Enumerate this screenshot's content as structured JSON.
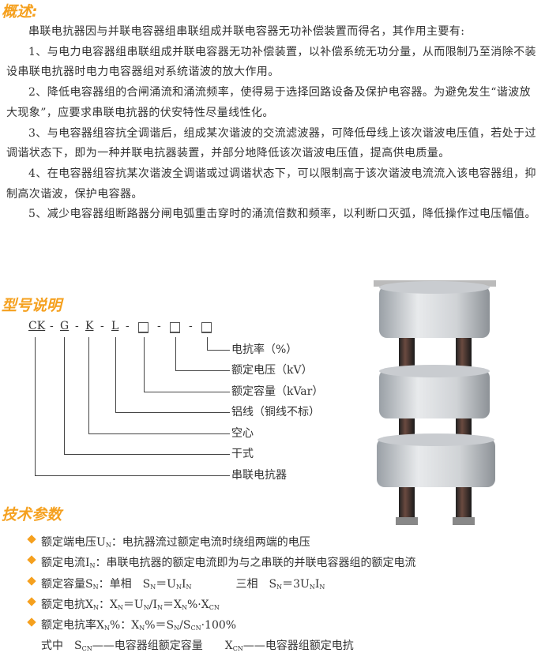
{
  "overview": {
    "title": "概述:",
    "paragraphs": [
      "串联电抗器因与并联电容器组串联组成并联电容器无功补偿装置而得名，其作用主要有:",
      "1、与电力电容器组串联组成并联电容器无功补偿装置，以补偿系统无功分量，从而限制乃至消除不装设串联电抗器时电力电容器组对系统谐波的放大作用。",
      "2、降低电容器组的合闸涌流和涌流频率，使得易于选择回路设备及保护电容器。为避免发生“谐波放大现象”，应要求串联电抗器的伏安特性尽量线性化。",
      "3、与电容器组容抗全调谐后，组成某次谐波的交流滤波器，可降低母线上该次谐波电压值，若处于过调谐状态下，即为一种并联电抗器装置，并部分地降低该次谐波电压值，提高供电质量。",
      "4、在电容器组容抗某次谐波全调谐或过调谐状态下，可以限制高于该次谐波电流流入该电容器组，抑制高次谐波，保护电容器。",
      "5、减少电容器组断路器分闸电弧重击穿时的涌流倍数和频率，以利断口灭弧，降低操作过电压幅值。"
    ]
  },
  "model": {
    "title": "型号说明",
    "codes": [
      "CK",
      "G",
      "K",
      "L",
      "□",
      "□",
      "□"
    ],
    "dash": "-",
    "labels": [
      "电抗率（%）",
      "额定电压（kV）",
      "额定容量（kVar）",
      "铝线（铜线不标）",
      "空心",
      "干式",
      "串联电抗器"
    ]
  },
  "params": {
    "title": "技术参数",
    "rows": [
      [
        {
          "t": "额定端电压U"
        },
        {
          "s": "N"
        },
        {
          "t": "：电抗器流过额定电流时绕组两端的电压"
        }
      ],
      [
        {
          "t": "额定电流I"
        },
        {
          "s": "N"
        },
        {
          "t": "：串联电抗器的额定电流即为与之串联的并联电容器组的额定电流"
        }
      ],
      [
        {
          "t": "额定容量S"
        },
        {
          "s": "N"
        },
        {
          "t": "：单相　S"
        },
        {
          "s": "N"
        },
        {
          "t": "＝U"
        },
        {
          "s": "N"
        },
        {
          "t": "I"
        },
        {
          "s": "N"
        },
        {
          "t": "　　　　三相　S"
        },
        {
          "s": "N"
        },
        {
          "t": "＝3U"
        },
        {
          "s": "N"
        },
        {
          "t": "I"
        },
        {
          "s": "N"
        }
      ],
      [
        {
          "t": "额定电抗X"
        },
        {
          "s": "N"
        },
        {
          "t": "：X"
        },
        {
          "s": "N"
        },
        {
          "t": "＝U"
        },
        {
          "s": "N"
        },
        {
          "t": "/I"
        },
        {
          "s": "N"
        },
        {
          "t": "＝X"
        },
        {
          "s": "N"
        },
        {
          "t": "%·X"
        },
        {
          "s": "CN"
        }
      ],
      [
        {
          "t": "额定电抗率X"
        },
        {
          "s": "N"
        },
        {
          "t": "%：X"
        },
        {
          "s": "N"
        },
        {
          "t": "%＝S"
        },
        {
          "s": "N"
        },
        {
          "t": "/S"
        },
        {
          "s": "CN"
        },
        {
          "t": "·100%"
        }
      ],
      [
        {
          "t": "式中　S"
        },
        {
          "s": "CN"
        },
        {
          "t": "——电容器组额定容量　　X"
        },
        {
          "s": "CN"
        },
        {
          "t": "——电容器组额定电抗"
        }
      ]
    ]
  },
  "colors": {
    "accent": "#f5a01e",
    "text": "#333333"
  }
}
